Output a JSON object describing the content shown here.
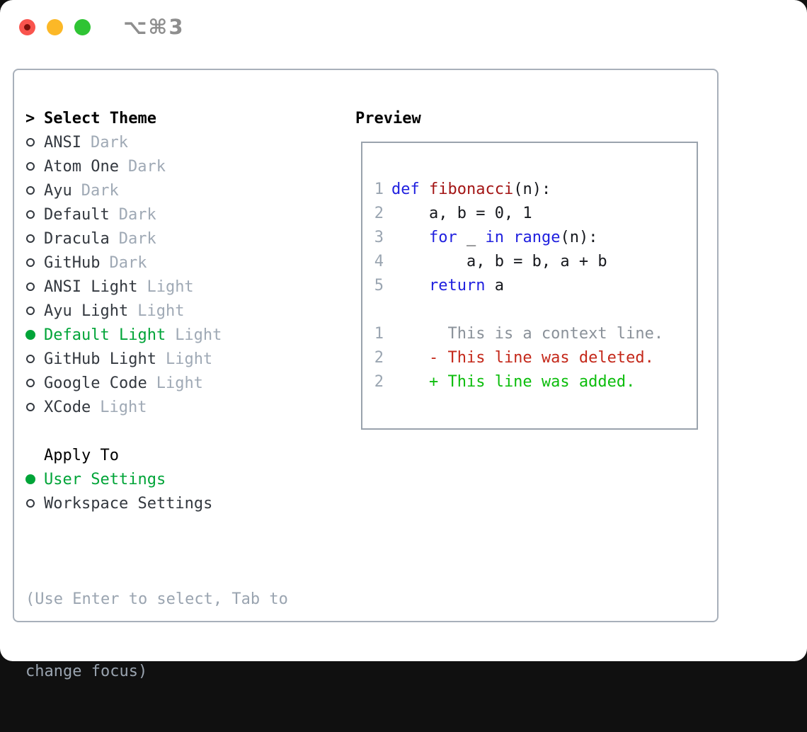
{
  "window": {
    "shortcut": "⌥⌘3",
    "traffic_lights": [
      "close",
      "minimize",
      "zoom"
    ]
  },
  "theme_list": {
    "header_marker": ">",
    "header": "Select Theme",
    "items": [
      {
        "name": "ANSI",
        "tag": "Dark",
        "selected": false
      },
      {
        "name": "Atom One",
        "tag": "Dark",
        "selected": false
      },
      {
        "name": "Ayu",
        "tag": "Dark",
        "selected": false
      },
      {
        "name": "Default",
        "tag": "Dark",
        "selected": false
      },
      {
        "name": "Dracula",
        "tag": "Dark",
        "selected": false
      },
      {
        "name": "GitHub",
        "tag": "Dark",
        "selected": false
      },
      {
        "name": "ANSI Light",
        "tag": "Light",
        "selected": false
      },
      {
        "name": "Ayu Light",
        "tag": "Light",
        "selected": false
      },
      {
        "name": "Default Light",
        "tag": "Light",
        "selected": true
      },
      {
        "name": "GitHub Light",
        "tag": "Light",
        "selected": false
      },
      {
        "name": "Google Code",
        "tag": "Light",
        "selected": false
      },
      {
        "name": "XCode",
        "tag": "Light",
        "selected": false
      }
    ]
  },
  "apply_to": {
    "header": "Apply To",
    "options": [
      {
        "label": "User Settings",
        "selected": true
      },
      {
        "label": "Workspace Settings",
        "selected": false
      }
    ]
  },
  "help_text": {
    "line1": "(Use Enter to select, Tab to",
    "line2": "change focus)"
  },
  "preview": {
    "header": "Preview",
    "code_lines": [
      {
        "number": "1",
        "tokens": [
          {
            "t": "def",
            "c": "kw"
          },
          {
            "t": " ",
            "c": "plain"
          },
          {
            "t": "fibonacci",
            "c": "fn"
          },
          {
            "t": "(n):",
            "c": "plain"
          }
        ]
      },
      {
        "number": "2",
        "tokens": [
          {
            "t": "    a, b = 0, 1",
            "c": "plain"
          }
        ]
      },
      {
        "number": "3",
        "tokens": [
          {
            "t": "    ",
            "c": "plain"
          },
          {
            "t": "for",
            "c": "kw"
          },
          {
            "t": " _ ",
            "c": "plain"
          },
          {
            "t": "in",
            "c": "kw"
          },
          {
            "t": " ",
            "c": "plain"
          },
          {
            "t": "range",
            "c": "kw"
          },
          {
            "t": "(n):",
            "c": "plain"
          }
        ]
      },
      {
        "number": "4",
        "tokens": [
          {
            "t": "        a, b = b, a + b",
            "c": "plain"
          }
        ]
      },
      {
        "number": "5",
        "tokens": [
          {
            "t": "    ",
            "c": "plain"
          },
          {
            "t": "return",
            "c": "kw"
          },
          {
            "t": " a",
            "c": "plain"
          }
        ]
      }
    ],
    "diff_lines": [
      {
        "number": "1",
        "tokens": [
          {
            "t": "      This is a context line.",
            "c": "context"
          }
        ]
      },
      {
        "number": "2",
        "tokens": [
          {
            "t": "    - This line was deleted.",
            "c": "deleted"
          }
        ]
      },
      {
        "number": "2",
        "tokens": [
          {
            "t": "    + This line was added.",
            "c": "added"
          }
        ]
      }
    ]
  },
  "colors": {
    "tl-red": "#f9544d",
    "tl-red-dot": "#7c100a",
    "tl-yellow": "#fcb827",
    "tl-green": "#2fc434",
    "title-gray": "#8e8e8e",
    "panel-border": "#a8b0ba",
    "preview-border": "#9aa3ad",
    "ui-green": "#00a438",
    "item-name": "#33383f",
    "tag-gray": "#9fa9b5",
    "help-gray": "#9aa4b0",
    "ln-gray": "#9aa5b1",
    "code-plain": "#16181d",
    "kw-blue": "#2020df",
    "fn-red": "#a31515",
    "context-gray": "#8a9199",
    "diff-red": "#c4281a",
    "diff-green": "#0cbd0c"
  }
}
